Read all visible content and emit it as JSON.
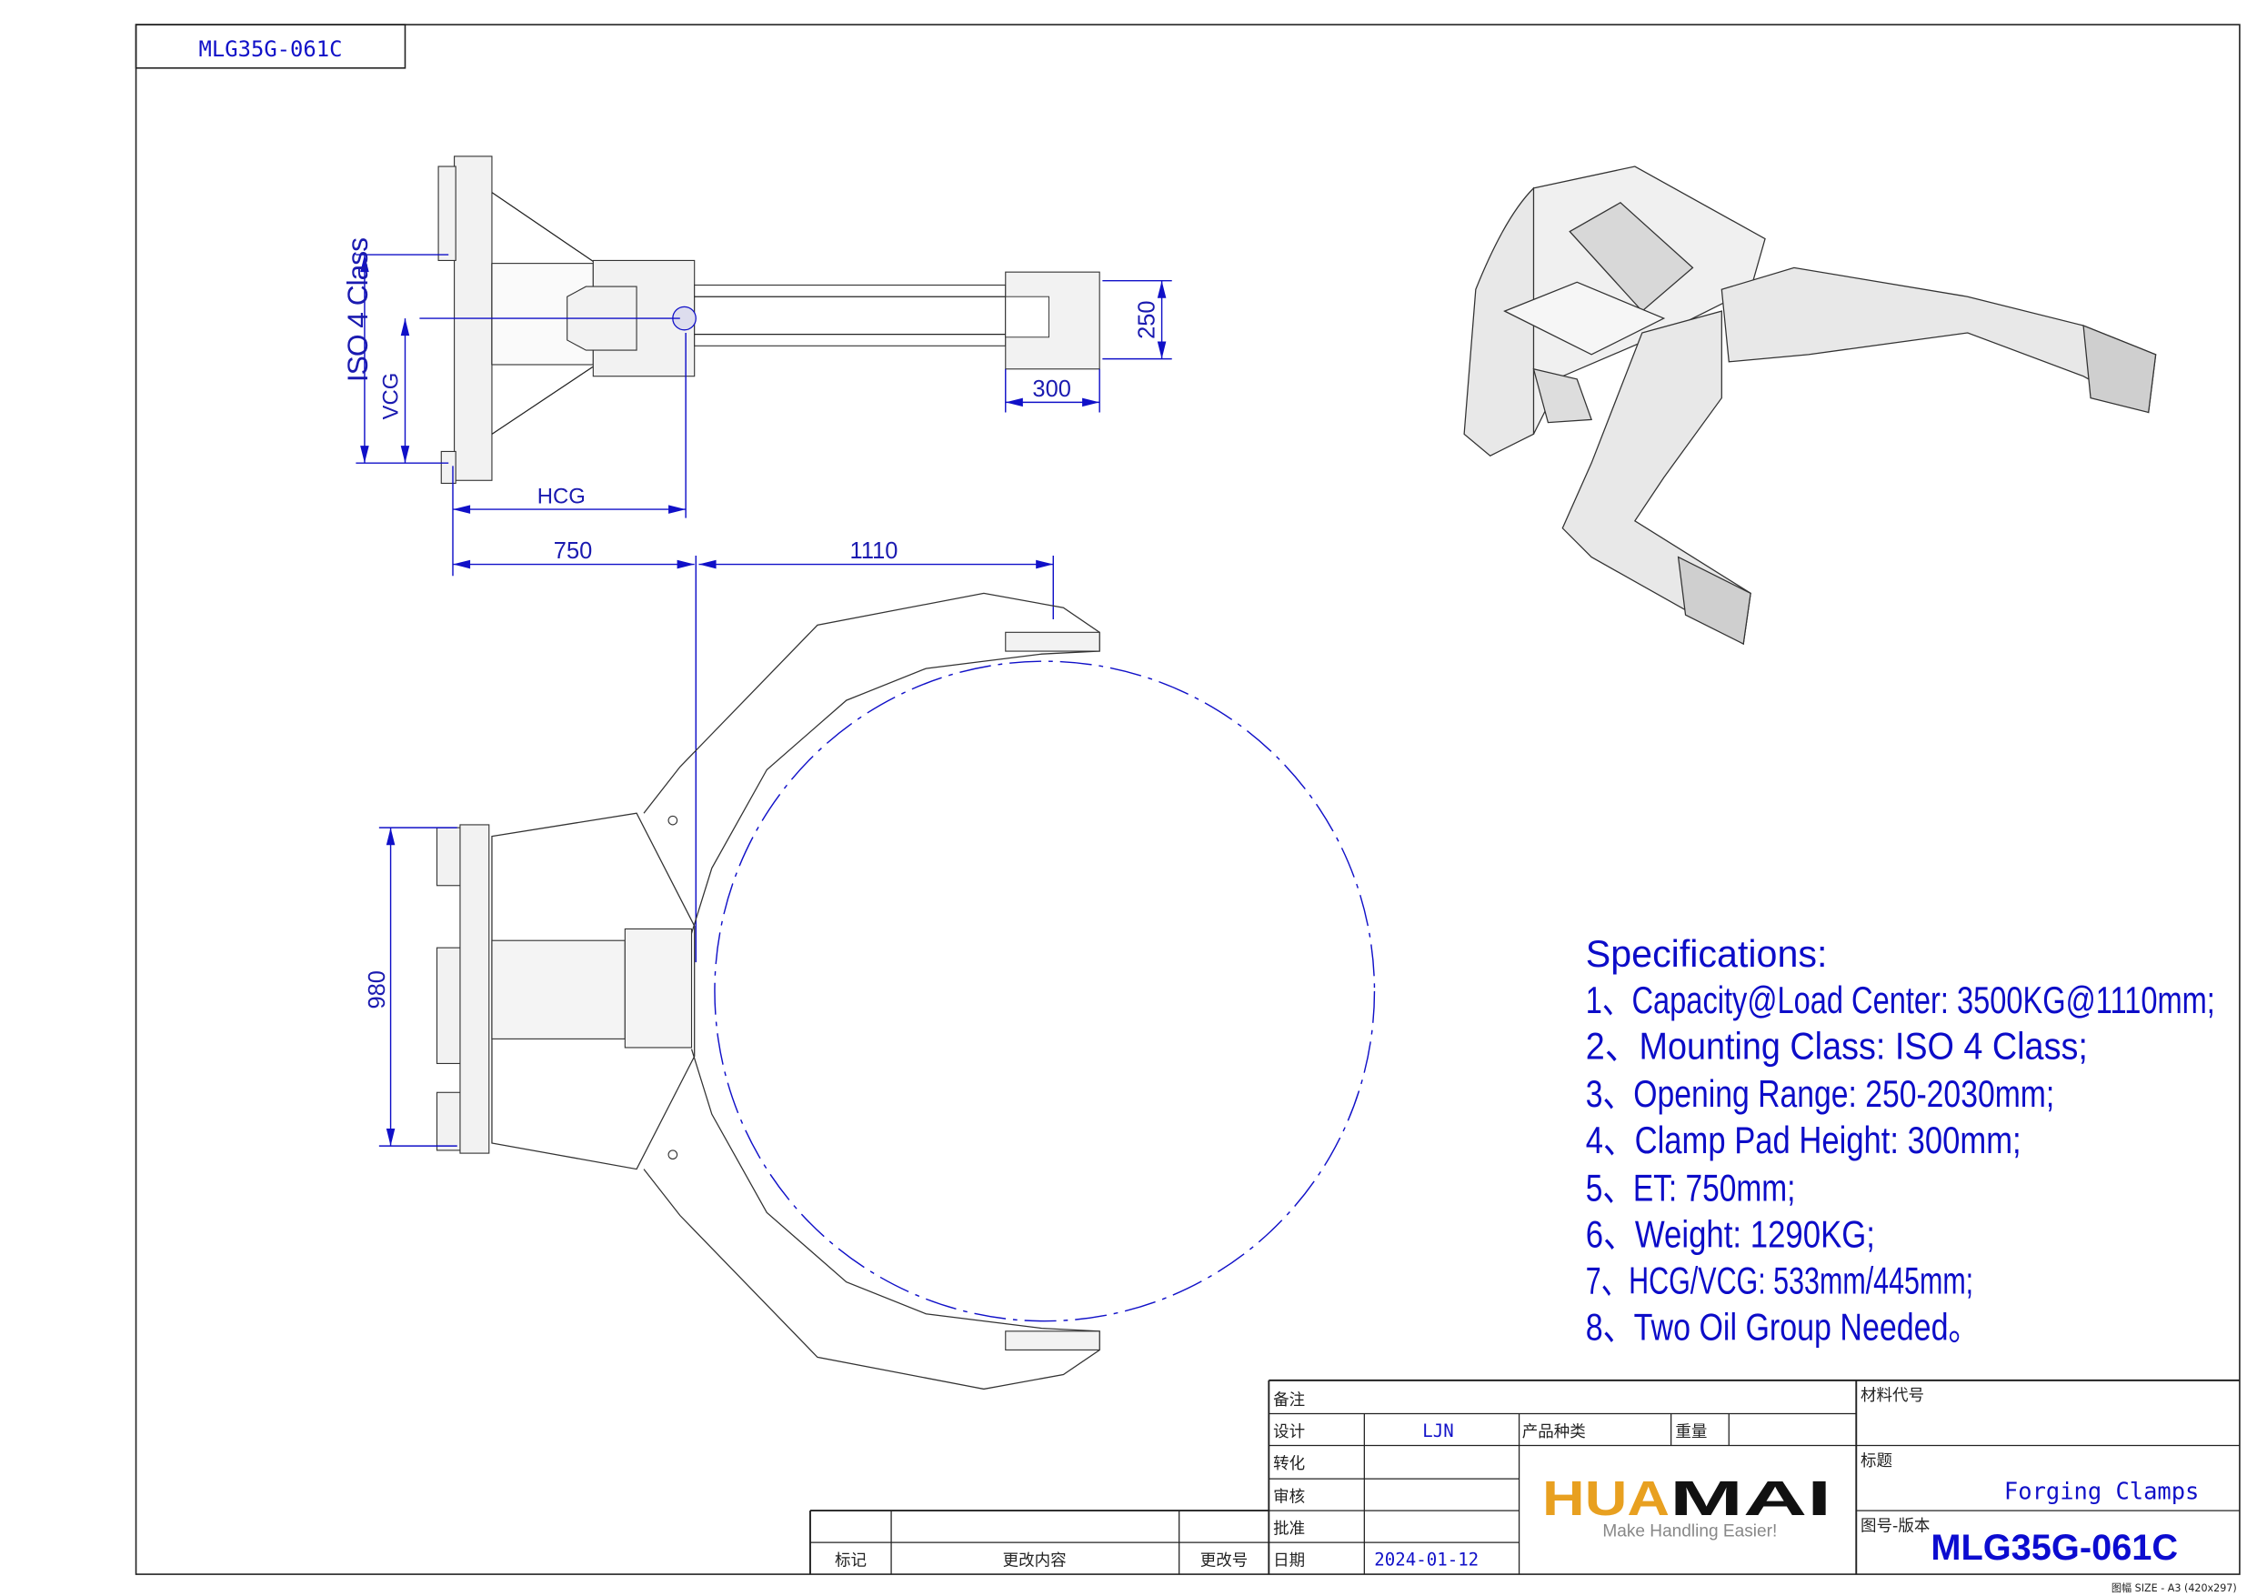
{
  "drawing": {
    "code_box": "MLG35G-061C",
    "dimensions": {
      "iso_class": "ISO 4 Class",
      "vcg": "VCG",
      "hcg": "HCG",
      "et": "750",
      "load_center": "1110",
      "pad_height": "250",
      "pad_width": "300",
      "mount_height": "980"
    }
  },
  "specifications": {
    "title": "Specifications:",
    "items": [
      "1、Capacity@Load Center: 3500KG@1110mm;",
      "2、Mounting Class: ISO 4 Class;",
      "3、Opening Range: 250-2030mm;",
      "4、Clamp Pad Height: 300mm;",
      "5、ET: 750mm;",
      "6、Weight: 1290KG;",
      "7、HCG/VCG: 533mm/445mm;",
      "8、Two Oil Group Needed。"
    ]
  },
  "title_block": {
    "remarks_label": "备注",
    "design_label": "设计",
    "designer": "LJN",
    "product_type_label": "产品种类",
    "weight_label": "重量",
    "convert_label": "转化",
    "review_label": "审核",
    "approve_label": "批准",
    "date_label": "日期",
    "date": "2024-01-12",
    "material_code_label": "材料代号",
    "title_label": "标题",
    "title": "Forging Clamps",
    "drawing_no_label": "图号-版本",
    "drawing_no": "MLG35G-061C",
    "logo_text_a": "HUA",
    "logo_text_b": "MAI",
    "logo_slogan": "Make Handling Easier!",
    "size_note": "图幅 SIZE - A3 (420x297)"
  },
  "revision_block": {
    "mark_label": "标记",
    "change_content_label": "更改内容",
    "change_no_label": "更改号"
  },
  "colors": {
    "dimension": "#1010c8",
    "logo_orange": "#e8a020",
    "logo_black": "#111111"
  }
}
